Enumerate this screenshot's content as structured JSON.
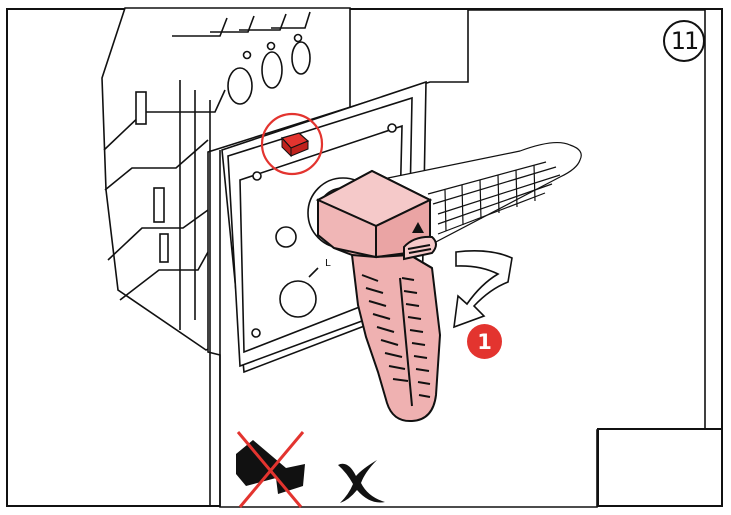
{
  "diagram": {
    "step_number": "11",
    "action_number": "1",
    "dial_label": "L",
    "highlight_color": "#e3342f",
    "handle_color": "#efb1b1",
    "handle_outline": "#111111",
    "icons": {
      "breaker": "breaker-icon",
      "handle": "rotary-handle-icon",
      "rotation_arrow": "rotation-arrow-icon",
      "forbidden_drill": "forbidden-drill-icon",
      "forbidden_mark": "cross-mark-icon",
      "symbol": "mounting-symbol-icon"
    }
  }
}
